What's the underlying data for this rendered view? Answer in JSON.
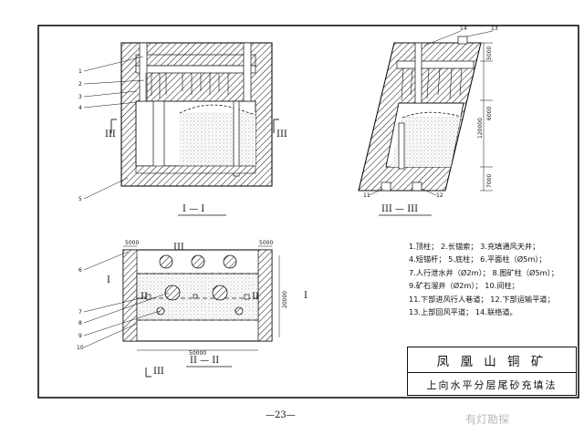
{
  "labels": {
    "left_view": [
      "1",
      "2",
      "3",
      "4",
      "5",
      "6"
    ],
    "top_view": [
      "6",
      "7",
      "8",
      "9",
      "10"
    ],
    "side_view": [
      "11",
      "12",
      "13",
      "14"
    ],
    "section_marks": [
      "I",
      "III",
      "III",
      "I",
      "II",
      "II",
      "III",
      "III"
    ],
    "dims": [
      "5000",
      "6000",
      "120000",
      "7000",
      "5000",
      "5000",
      "50000",
      "20000"
    ]
  },
  "section_titles": {
    "view1": "I — I",
    "view2": "III — III",
    "view3": "II — II"
  },
  "legend": [
    "1.顶柱；  2.长锚索；  3.充填通风天井；",
    "4.短锚杆；  5.底柱；  6.平面柱（Ø5m）；",
    "7.人行泄水井（Ø2m）；  8.图矿柱（Ø5m）；",
    "9.矿石溜井（Ø2m）；  10.间柱；",
    "11.下部进风行人巷道；  12.下部运输平道；",
    "13.上部回风平道；  14.联络道。"
  ],
  "title_block": {
    "mine": "凤 凰 山 铜 矿",
    "method": "上向水平分层尾砂充填法"
  },
  "page_number": "—23—",
  "watermark": "有灯勘探"
}
